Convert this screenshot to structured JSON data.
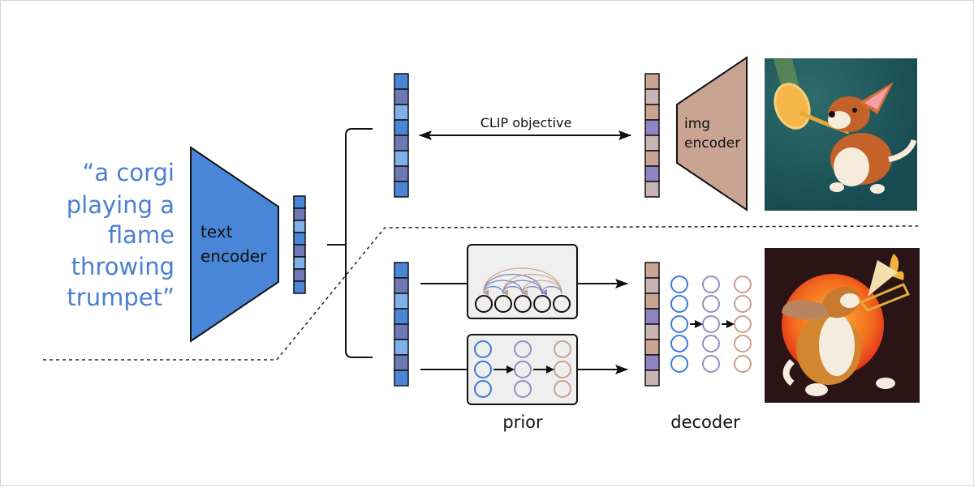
{
  "caption": {
    "lines": [
      "“a corgi",
      "playing a",
      "flame",
      "throwing",
      "trumpet”"
    ]
  },
  "text_encoder": {
    "label_lines": [
      "text",
      "encoder"
    ],
    "color": "#4a86d8"
  },
  "img_encoder": {
    "label_lines": [
      "img",
      "encoder"
    ],
    "color": "#c9a493"
  },
  "clip": {
    "label": "CLIP objective"
  },
  "prior": {
    "label": "prior"
  },
  "decoder": {
    "label": "decoder"
  },
  "palette": {
    "blue": "#4a86d8",
    "slate": "#6e78b4",
    "light_blue": "#7fb0ea",
    "tan": "#c9a493",
    "mauve": "#c8b4b4",
    "lavender": "#8e84c2",
    "circle_blue": "#3b7bd6",
    "circle_purple": "#9a8cc0",
    "circle_tan": "#c9a08c",
    "box_fill": "#efefef"
  },
  "embeddings": {
    "text_embedding_cells": [
      "blue",
      "slate",
      "light_blue",
      "blue",
      "slate",
      "light_blue",
      "slate",
      "blue"
    ],
    "clip_text_embedding_cells": [
      "blue",
      "slate",
      "light_blue",
      "blue",
      "slate",
      "light_blue",
      "slate",
      "blue"
    ],
    "clip_image_embedding_cells": [
      "tan",
      "mauve",
      "tan",
      "lavender",
      "mauve",
      "tan",
      "lavender",
      "mauve"
    ],
    "prior_input_cells": [
      "blue",
      "slate",
      "light_blue",
      "blue",
      "slate",
      "light_blue",
      "slate",
      "blue"
    ],
    "prior_output_cells": [
      "tan",
      "mauve",
      "tan",
      "lavender",
      "mauve",
      "tan",
      "lavender",
      "mauve"
    ]
  },
  "images": {
    "top": {
      "description": "corgi playing trumpet, teal background",
      "bg": "#1f5358"
    },
    "bottom": {
      "description": "corgi playing trombone, orange sun on dark background",
      "bg": "#2a1416"
    }
  }
}
